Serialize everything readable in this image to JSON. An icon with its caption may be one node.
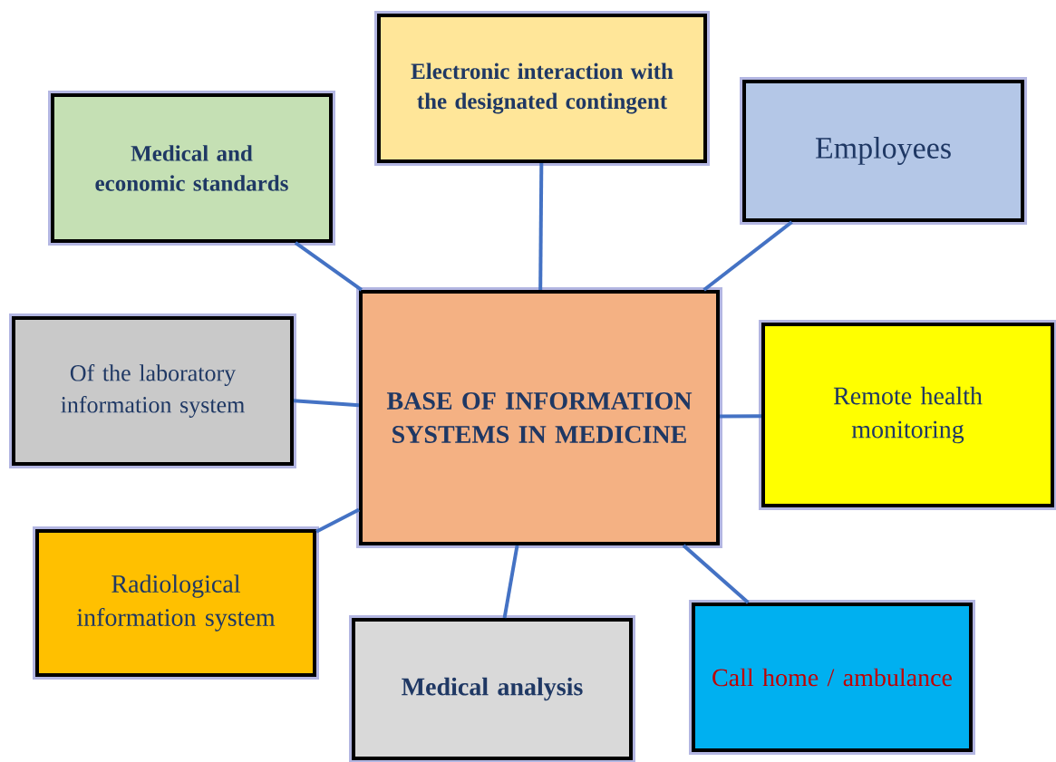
{
  "diagram": {
    "nodes": [
      {
        "text": [
          "BASE OF INFORMATION SYSTEMS IN MEDICINE"
        ]
      },
      {
        "text": [
          "Medical and economic standards"
        ]
      },
      {
        "text": [
          "Electronic interaction with the designated contingent"
        ]
      },
      {
        "text": [
          "Employees"
        ]
      },
      {
        "text": [
          "Of the laboratory information system"
        ]
      },
      {
        "text": [
          "Remote health monitoring"
        ]
      },
      {
        "text": [
          "Radiological information system"
        ]
      },
      {
        "text": [
          "Medical analysis"
        ]
      },
      {
        "text": [
          "Call home / ambulance"
        ]
      }
    ],
    "edges": [
      {
        "from": 0,
        "to": 1,
        "arrow": "none"
      },
      {
        "from": 0,
        "to": 2,
        "arrow": "none"
      },
      {
        "from": 0,
        "to": 3,
        "arrow": "none"
      },
      {
        "from": 0,
        "to": 4,
        "arrow": "none"
      },
      {
        "from": 0,
        "to": 5,
        "arrow": "none"
      },
      {
        "from": 0,
        "to": 6,
        "arrow": "none"
      },
      {
        "from": 0,
        "to": 7,
        "arrow": "none"
      },
      {
        "from": 0,
        "to": 8,
        "arrow": "none"
      }
    ]
  }
}
